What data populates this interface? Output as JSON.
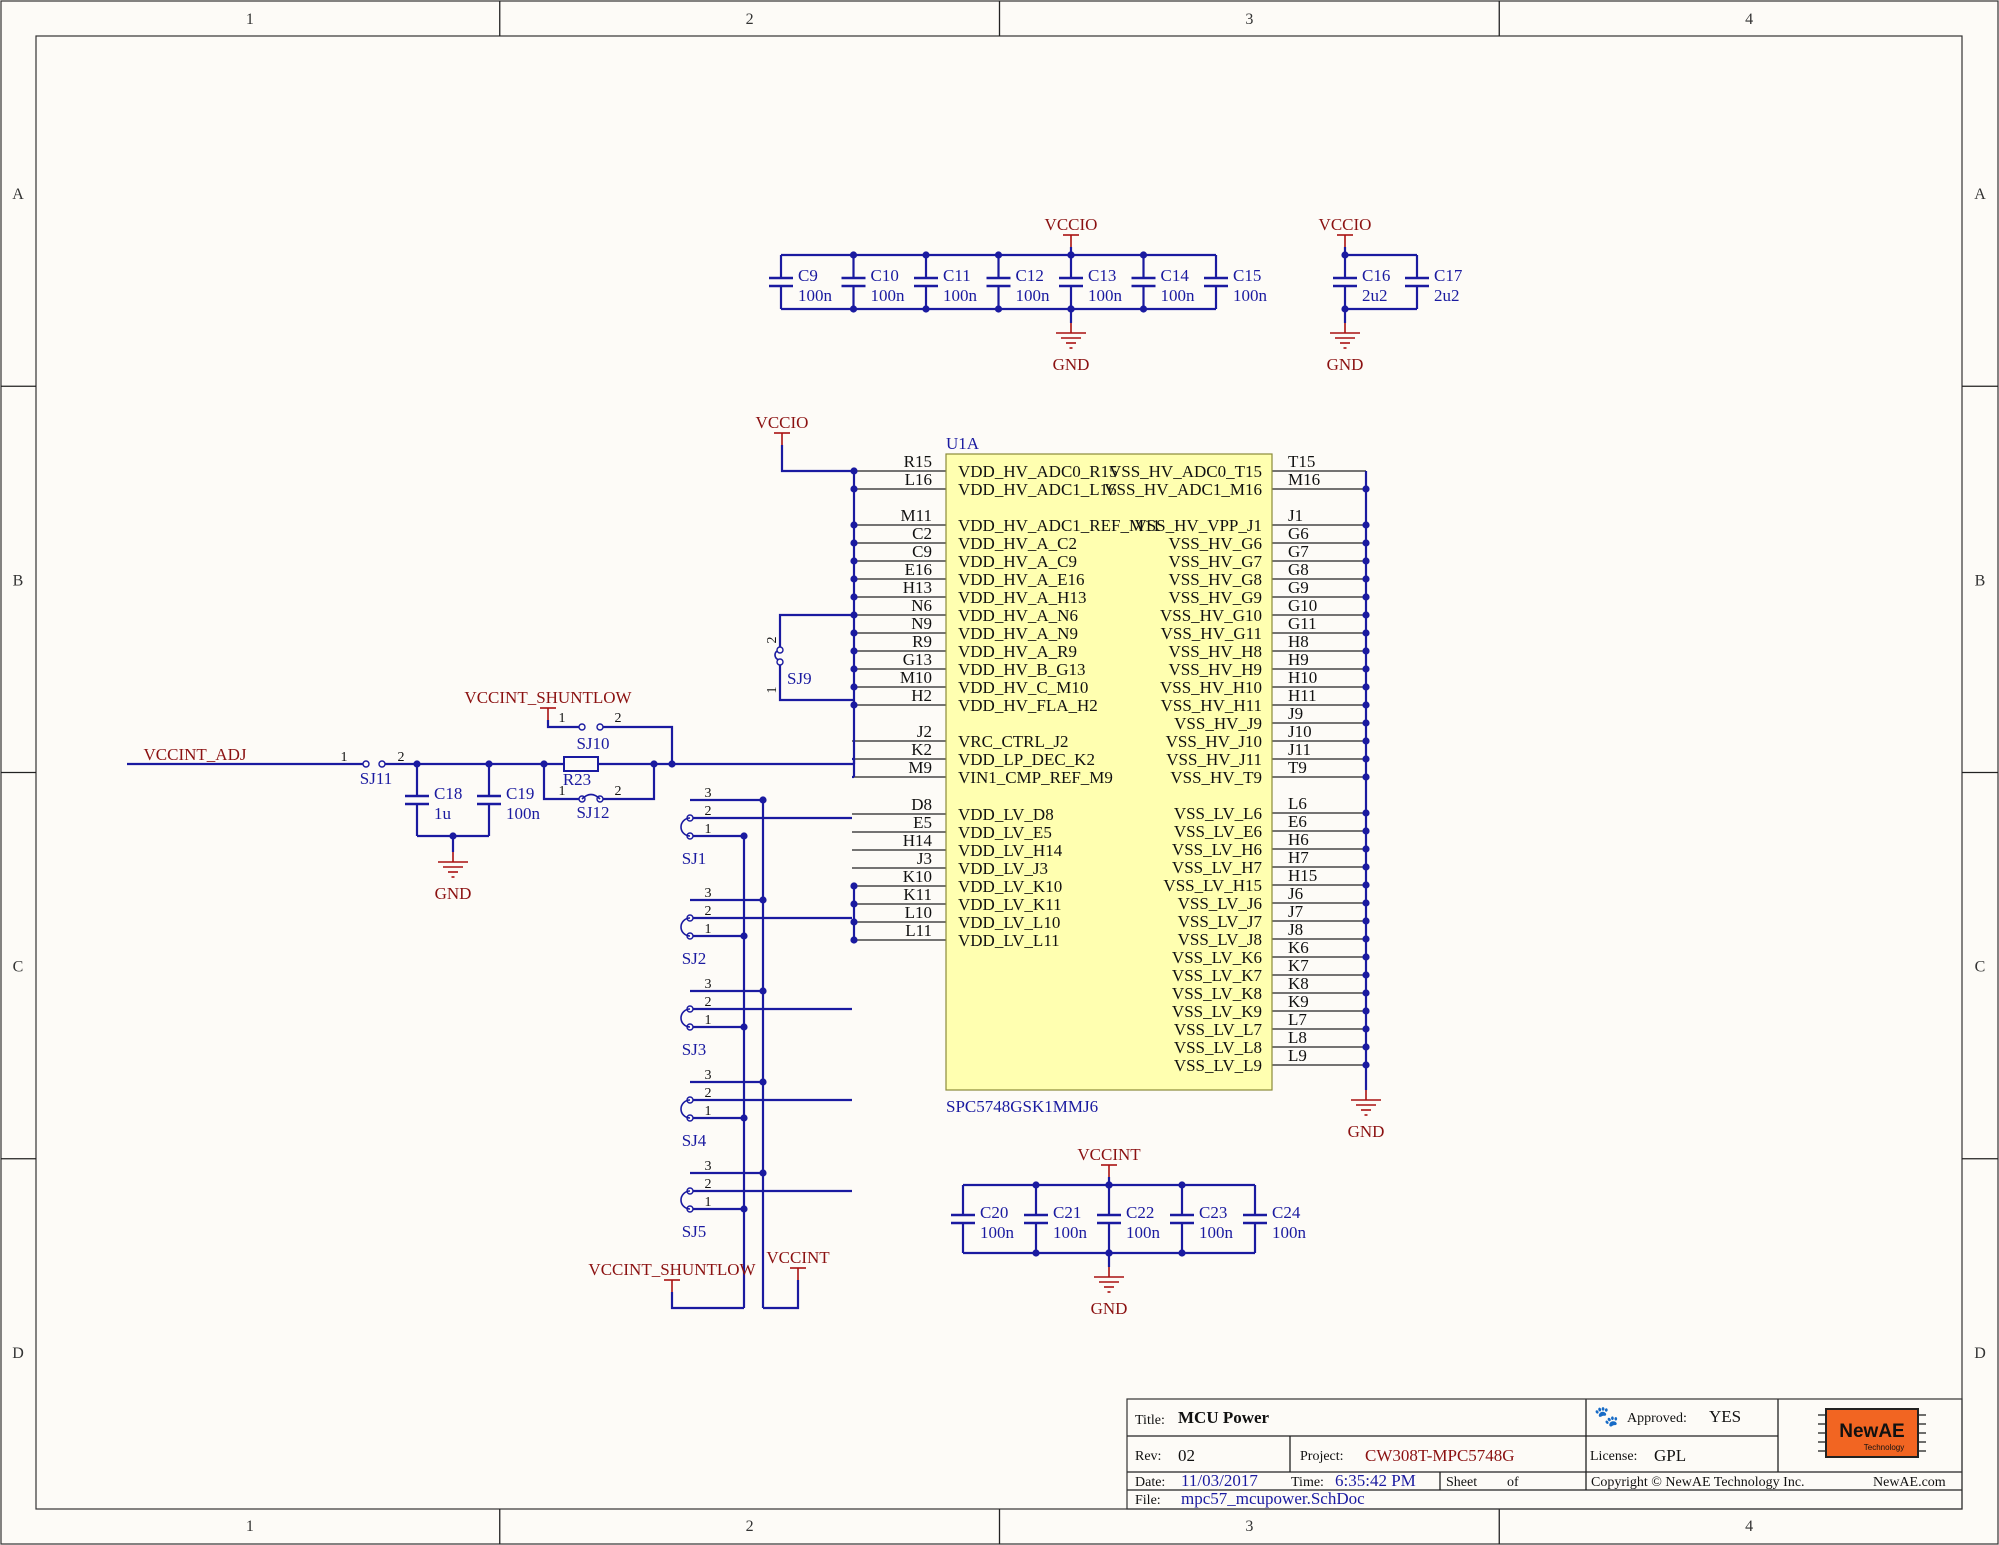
{
  "zones": {
    "columns": [
      "1",
      "2",
      "3",
      "4"
    ],
    "rows": [
      "A",
      "B",
      "C",
      "D"
    ]
  },
  "nets": {
    "vccio": "VCCIO",
    "vccint": "VCCINT",
    "vccint_adj": "VCCINT_ADJ",
    "vccint_shuntlow": "VCCINT_SHUNTLOW",
    "gnd": "GND"
  },
  "ic": {
    "ref": "U1A",
    "part": "SPC5748GSK1MMJ6",
    "left_pins": [
      {
        "pin": "R15",
        "name": "VDD_HV_ADC0_R15"
      },
      {
        "pin": "L16",
        "name": "VDD_HV_ADC1_L16"
      },
      {
        "pin": "M11",
        "name": "VDD_HV_ADC1_REF_M11"
      },
      {
        "pin": "C2",
        "name": "VDD_HV_A_C2"
      },
      {
        "pin": "C9",
        "name": "VDD_HV_A_C9"
      },
      {
        "pin": "E16",
        "name": "VDD_HV_A_E16"
      },
      {
        "pin": "H13",
        "name": "VDD_HV_A_H13"
      },
      {
        "pin": "N6",
        "name": "VDD_HV_A_N6"
      },
      {
        "pin": "N9",
        "name": "VDD_HV_A_N9"
      },
      {
        "pin": "R9",
        "name": "VDD_HV_A_R9"
      },
      {
        "pin": "G13",
        "name": "VDD_HV_B_G13"
      },
      {
        "pin": "M10",
        "name": "VDD_HV_C_M10"
      },
      {
        "pin": "H2",
        "name": "VDD_HV_FLA_H2"
      },
      {
        "pin": "J2",
        "name": "VRC_CTRL_J2"
      },
      {
        "pin": "K2",
        "name": "VDD_LP_DEC_K2"
      },
      {
        "pin": "M9",
        "name": "VIN1_CMP_REF_M9"
      },
      {
        "pin": "D8",
        "name": "VDD_LV_D8"
      },
      {
        "pin": "E5",
        "name": "VDD_LV_E5"
      },
      {
        "pin": "H14",
        "name": "VDD_LV_H14"
      },
      {
        "pin": "J3",
        "name": "VDD_LV_J3"
      },
      {
        "pin": "K10",
        "name": "VDD_LV_K10"
      },
      {
        "pin": "K11",
        "name": "VDD_LV_K11"
      },
      {
        "pin": "L10",
        "name": "VDD_LV_L10"
      },
      {
        "pin": "L11",
        "name": "VDD_LV_L11"
      }
    ],
    "right_pins": [
      {
        "pin": "T15",
        "name": "VSS_HV_ADC0_T15"
      },
      {
        "pin": "M16",
        "name": "VSS_HV_ADC1_M16"
      },
      {
        "pin": "J1",
        "name": "VSS_HV_VPP_J1"
      },
      {
        "pin": "G6",
        "name": "VSS_HV_G6"
      },
      {
        "pin": "G7",
        "name": "VSS_HV_G7"
      },
      {
        "pin": "G8",
        "name": "VSS_HV_G8"
      },
      {
        "pin": "G9",
        "name": "VSS_HV_G9"
      },
      {
        "pin": "G10",
        "name": "VSS_HV_G10"
      },
      {
        "pin": "G11",
        "name": "VSS_HV_G11"
      },
      {
        "pin": "H8",
        "name": "VSS_HV_H8"
      },
      {
        "pin": "H9",
        "name": "VSS_HV_H9"
      },
      {
        "pin": "H10",
        "name": "VSS_HV_H10"
      },
      {
        "pin": "H11",
        "name": "VSS_HV_H11"
      },
      {
        "pin": "J9",
        "name": "VSS_HV_J9"
      },
      {
        "pin": "J10",
        "name": "VSS_HV_J10"
      },
      {
        "pin": "J11",
        "name": "VSS_HV_J11"
      },
      {
        "pin": "T9",
        "name": "VSS_HV_T9"
      },
      {
        "pin": "L6",
        "name": "VSS_LV_L6"
      },
      {
        "pin": "E6",
        "name": "VSS_LV_E6"
      },
      {
        "pin": "H6",
        "name": "VSS_LV_H6"
      },
      {
        "pin": "H7",
        "name": "VSS_LV_H7"
      },
      {
        "pin": "H15",
        "name": "VSS_LV_H15"
      },
      {
        "pin": "J6",
        "name": "VSS_LV_J6"
      },
      {
        "pin": "J7",
        "name": "VSS_LV_J7"
      },
      {
        "pin": "J8",
        "name": "VSS_LV_J8"
      },
      {
        "pin": "K6",
        "name": "VSS_LV_K6"
      },
      {
        "pin": "K7",
        "name": "VSS_LV_K7"
      },
      {
        "pin": "K8",
        "name": "VSS_LV_K8"
      },
      {
        "pin": "K9",
        "name": "VSS_LV_K9"
      },
      {
        "pin": "L7",
        "name": "VSS_LV_L7"
      },
      {
        "pin": "L8",
        "name": "VSS_LV_L8"
      },
      {
        "pin": "L9",
        "name": "VSS_LV_L9"
      }
    ]
  },
  "caps_top": [
    {
      "ref": "C9",
      "value": "100n"
    },
    {
      "ref": "C10",
      "value": "100n"
    },
    {
      "ref": "C11",
      "value": "100n"
    },
    {
      "ref": "C12",
      "value": "100n"
    },
    {
      "ref": "C13",
      "value": "100n"
    },
    {
      "ref": "C14",
      "value": "100n"
    },
    {
      "ref": "C15",
      "value": "100n"
    }
  ],
  "caps_top2": [
    {
      "ref": "C16",
      "value": "2u2"
    },
    {
      "ref": "C17",
      "value": "2u2"
    }
  ],
  "caps_bottom": [
    {
      "ref": "C20",
      "value": "100n"
    },
    {
      "ref": "C21",
      "value": "100n"
    },
    {
      "ref": "C22",
      "value": "100n"
    },
    {
      "ref": "C23",
      "value": "100n"
    },
    {
      "ref": "C24",
      "value": "100n"
    }
  ],
  "caps_left": [
    {
      "ref": "C18",
      "value": "1u"
    },
    {
      "ref": "C19",
      "value": "100n"
    }
  ],
  "resistor": {
    "ref": "R23"
  },
  "jumpers": {
    "sj1": "SJ1",
    "sj2": "SJ2",
    "sj3": "SJ3",
    "sj4": "SJ4",
    "sj5": "SJ5",
    "sj9": "SJ9",
    "sj10": "SJ10",
    "sj11": "SJ11",
    "sj12": "SJ12",
    "pin1": "1",
    "pin2": "2",
    "pin3": "3"
  },
  "title_block": {
    "title_label": "Title:",
    "title": "MCU Power",
    "approved_label": "Approved:",
    "approved": "YES",
    "rev_label": "Rev:",
    "rev": "02",
    "project_label": "Project:",
    "project": "CW308T-MPC5748G",
    "license_label": "License:",
    "license": "GPL",
    "date_label": "Date:",
    "date": "11/03/2017",
    "time_label": "Time:",
    "time": "6:35:42 PM",
    "sheet_label": "Sheet",
    "of_label": "of",
    "copyright": "Copyright © NewAE Technology Inc.",
    "website": "NewAE.com",
    "file_label": "File:",
    "file": "mpc57_mcupower.SchDoc",
    "logo_text": "NewAE",
    "logo_sub": "Technology"
  },
  "colors": {
    "wire": "#1a1aa0",
    "power_port": "#8b1111",
    "ic_fill": "#ffffb0",
    "logo_orange": "#f26522"
  }
}
